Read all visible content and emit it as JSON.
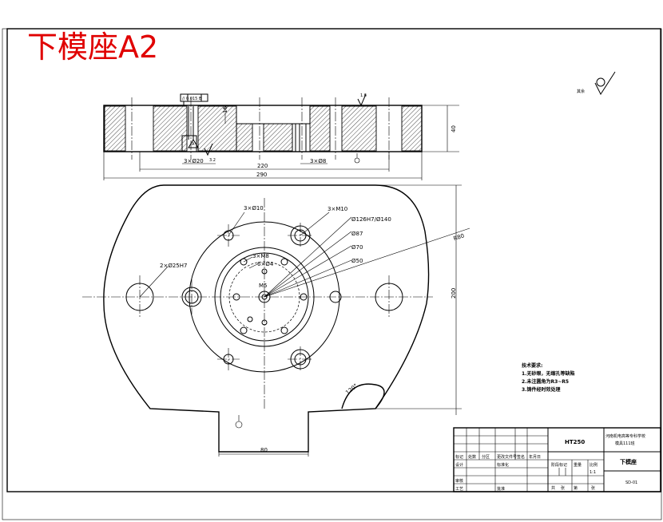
{
  "title": "下模座A2",
  "roughness_note": "其余",
  "technical_requirements": {
    "heading": "技术要求:",
    "items": [
      "1.无砂眼，无缩孔等缺陷",
      "2.未注圆角为R3~R5",
      "3.铸件经时效处理"
    ]
  },
  "dimensions": {
    "height_40": "40",
    "width_220": "220",
    "width_290": "290",
    "width_200": "200",
    "width_80": "80",
    "r80": "R80",
    "angle_120": "120°",
    "hole_3xd10": "3×Ø10",
    "hole_3xm10": "3×M10",
    "hole_phi126": "Ø126H7/Ø140",
    "hole_phi87": "Ø87",
    "hole_phi70": "Ø70",
    "hole_phi50": "Ø50",
    "hole_3xm8": "3×M8",
    "hole_6xd4": "6×Ø4",
    "hole_2xd25": "2×Ø25H7",
    "hole_m5": "M5",
    "sec_16": "16",
    "sec_3xd20": "3×Ø20",
    "sec_3xd8": "3×Ø8",
    "tolerance": "// 0.015 B",
    "datum_a": "A",
    "datum_b": "B",
    "roughness_a": "1.6",
    "roughness_b": "3.2"
  },
  "title_block": {
    "material": "HT250",
    "school": "河南机电高等专科学校",
    "school_sub": "模具111班",
    "part_name": "下模座",
    "drawing_no": "SD-01",
    "scale": "1:1",
    "headers": [
      "标记",
      "处数",
      "分区",
      "更改文件号",
      "签名",
      "年月日"
    ],
    "row_design": "设计",
    "row_check": "审核",
    "row_craft": "工艺",
    "row_approve": "批准",
    "std": "标准化",
    "stage": "阶段标记",
    "weight": "重量",
    "ratio": "比例",
    "sheets": "共",
    "sheet": "第",
    "sheet_unit": "张"
  }
}
